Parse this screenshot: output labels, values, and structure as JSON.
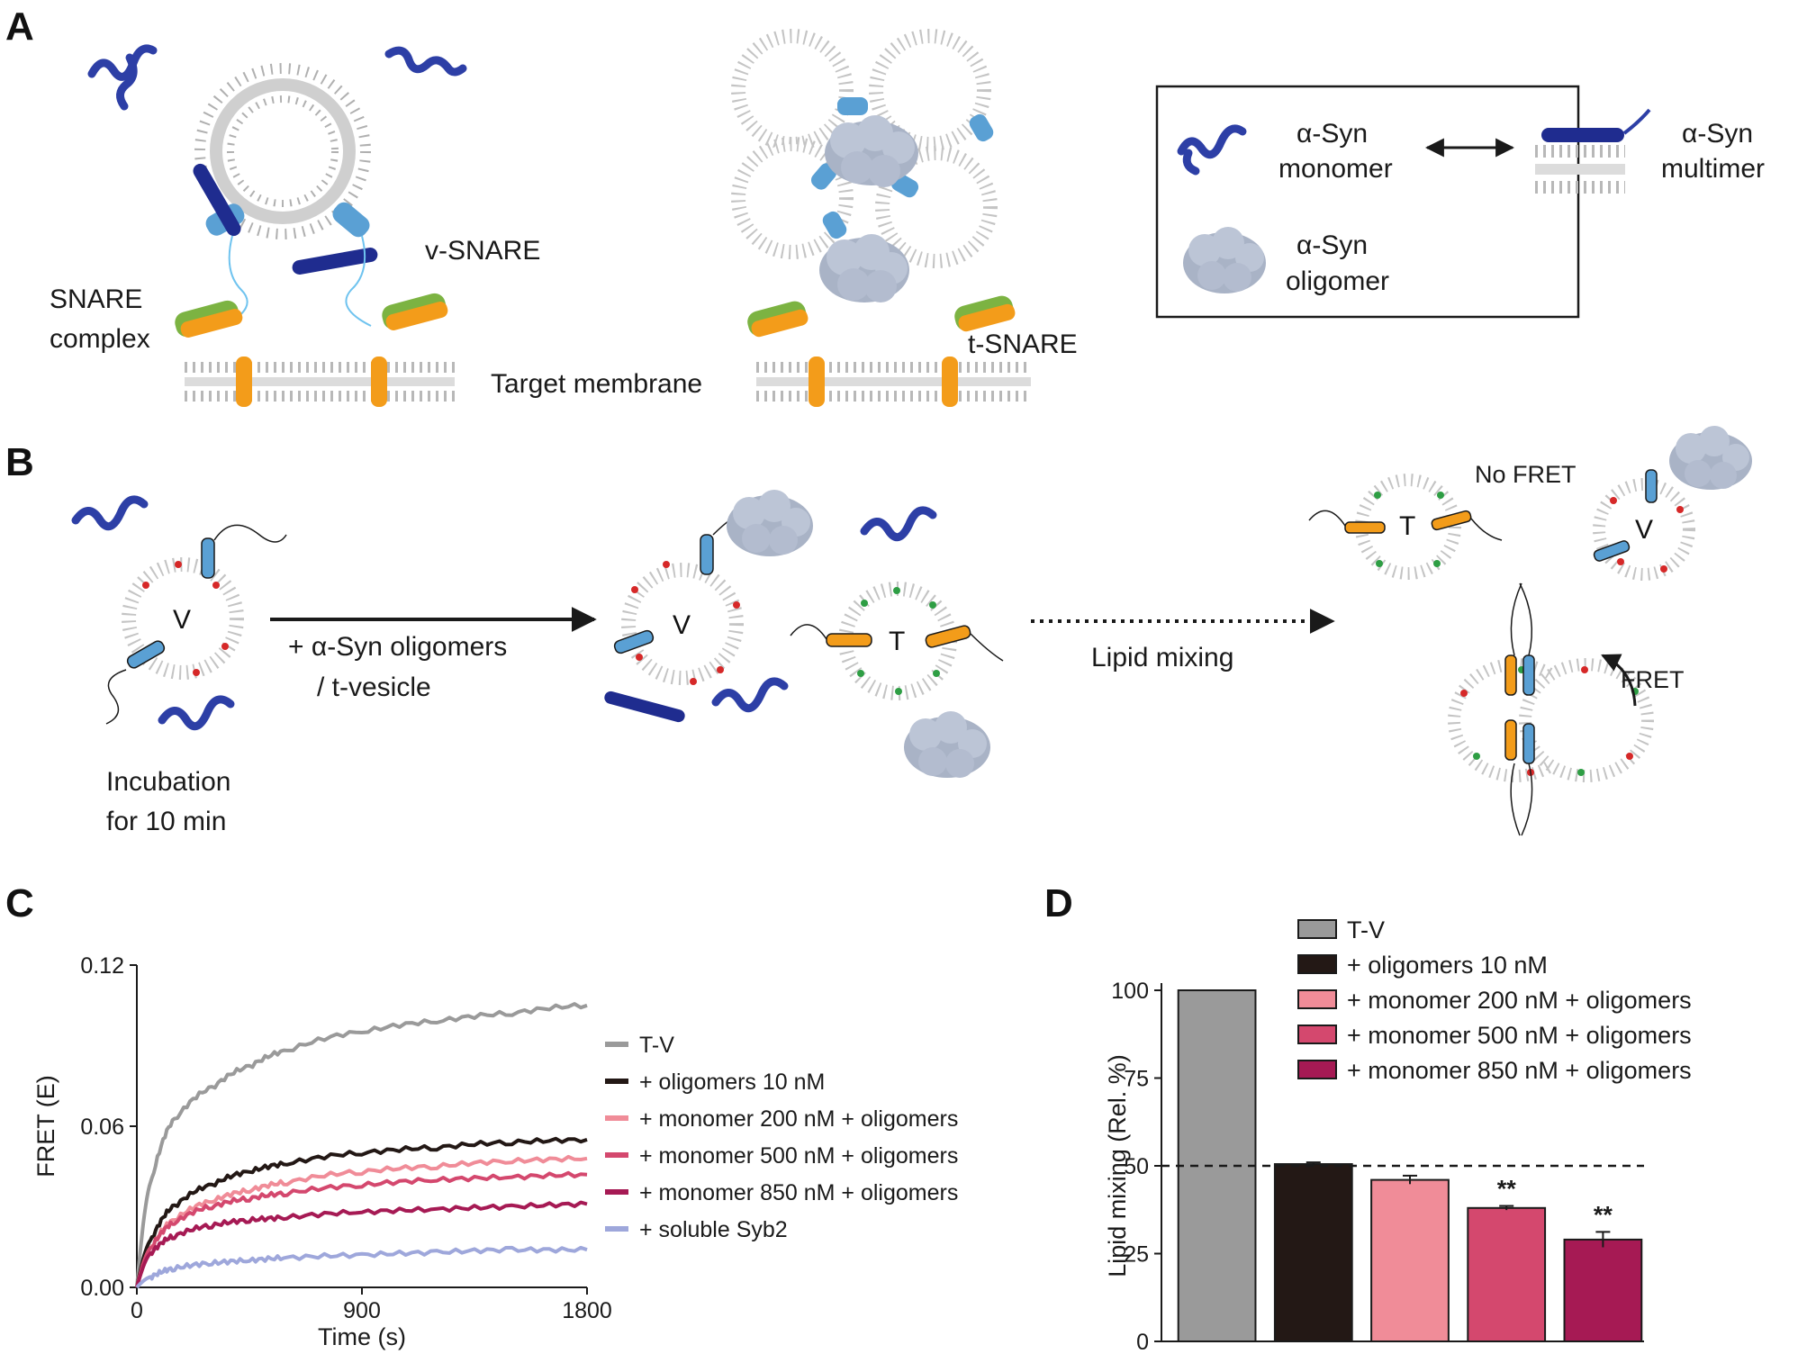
{
  "panels": {
    "a": "A",
    "b": "B",
    "c": "C",
    "d": "D"
  },
  "panel_a": {
    "v_snare": "v-SNARE",
    "snare_complex_1": "SNARE",
    "snare_complex_2": "complex",
    "target_membrane": "Target membrane",
    "t_snare": "t-SNARE",
    "legend": {
      "monomer_1": "α-Syn",
      "monomer_2": "monomer",
      "multimer_1": "α-Syn",
      "multimer_2": "multimer",
      "oligomer_1": "α-Syn",
      "oligomer_2": "oligomer"
    }
  },
  "panel_b": {
    "v_letter": "V",
    "t_letter": "T",
    "incubation_1": "Incubation",
    "incubation_2": "for 10 min",
    "arrow_label_1": "+ α-Syn oligomers",
    "arrow_label_2": "/ t-vesicle",
    "lipid_mixing": "Lipid mixing",
    "no_fret": "No FRET",
    "fret": "FRET"
  },
  "colors": {
    "tv": "#9a9a9a",
    "oligomers": "#231815",
    "mono200": "#f08c98",
    "mono500": "#d4486e",
    "mono850": "#a61a54",
    "syb2": "#9ea7db",
    "snare_blue": "#5aa0d4",
    "snare_orange": "#f39c1a",
    "snare_green": "#7cb342",
    "synuclein": "#2d3fa6",
    "oligomer_grey": "#a9b3c6"
  },
  "chart_data": [
    {
      "type": "line",
      "ylabel": "FRET (E)",
      "xlabel": "Time (s)",
      "xlim": [
        0,
        1800
      ],
      "ylim": [
        0,
        0.12
      ],
      "xticks": [
        "0",
        "900",
        "1800"
      ],
      "yticks": [
        "0.00",
        "0.06",
        "0.12"
      ],
      "legend_position": "right",
      "series": [
        {
          "name": "T-V",
          "x": [
            0,
            60,
            150,
            300,
            450,
            600,
            900,
            1200,
            1500,
            1800
          ],
          "y": [
            0,
            0.04,
            0.062,
            0.074,
            0.082,
            0.088,
            0.095,
            0.099,
            0.102,
            0.105
          ],
          "color": "#9a9a9a"
        },
        {
          "name": "+ oligomers 10 nM",
          "x": [
            0,
            60,
            150,
            300,
            450,
            600,
            900,
            1200,
            1500,
            1800
          ],
          "y": [
            0,
            0.018,
            0.03,
            0.038,
            0.043,
            0.046,
            0.05,
            0.052,
            0.054,
            0.055
          ],
          "color": "#231815"
        },
        {
          "name": "+ monomer 200 nM + oligomers",
          "x": [
            0,
            60,
            150,
            300,
            450,
            600,
            900,
            1200,
            1500,
            1800
          ],
          "y": [
            0,
            0.015,
            0.025,
            0.032,
            0.036,
            0.039,
            0.043,
            0.045,
            0.047,
            0.048
          ],
          "color": "#f08c98"
        },
        {
          "name": "+ monomer 500 nM + oligomers",
          "x": [
            0,
            60,
            150,
            300,
            450,
            600,
            900,
            1200,
            1500,
            1800
          ],
          "y": [
            0,
            0.015,
            0.024,
            0.03,
            0.033,
            0.035,
            0.038,
            0.04,
            0.041,
            0.042
          ],
          "color": "#d4486e"
        },
        {
          "name": "+ monomer 850 nM + oligomers",
          "x": [
            0,
            60,
            150,
            300,
            450,
            600,
            900,
            1200,
            1500,
            1800
          ],
          "y": [
            0,
            0.013,
            0.019,
            0.023,
            0.025,
            0.026,
            0.028,
            0.029,
            0.03,
            0.031
          ],
          "color": "#a61a54"
        },
        {
          "name": "+ soluble Syb2",
          "x": [
            0,
            60,
            150,
            300,
            450,
            600,
            900,
            1200,
            1500,
            1800
          ],
          "y": [
            0,
            0.004,
            0.007,
            0.009,
            0.01,
            0.011,
            0.012,
            0.013,
            0.014,
            0.014
          ],
          "color": "#9ea7db"
        }
      ]
    },
    {
      "type": "bar",
      "ylabel": "Lipid mixing (Rel. %)",
      "ylim": [
        0,
        100
      ],
      "yticks": [
        "0",
        "25",
        "50",
        "75",
        "100"
      ],
      "reference_line": 50,
      "legend_position": "top",
      "categories": [
        "T-V",
        "+ oligomers 10 nM",
        "+ monomer 200 nM + oligomers",
        "+ monomer 500 nM + oligomers",
        "+ monomer 850 nM + oligomers"
      ],
      "values": [
        100,
        50.5,
        46,
        38,
        29
      ],
      "errors": [
        0,
        0.5,
        1.2,
        0.6,
        2.2
      ],
      "significance": [
        "",
        "",
        "",
        "**",
        "**"
      ],
      "colors": [
        "#9a9a9a",
        "#231815",
        "#f08c98",
        "#d4486e",
        "#a61a54"
      ]
    }
  ]
}
